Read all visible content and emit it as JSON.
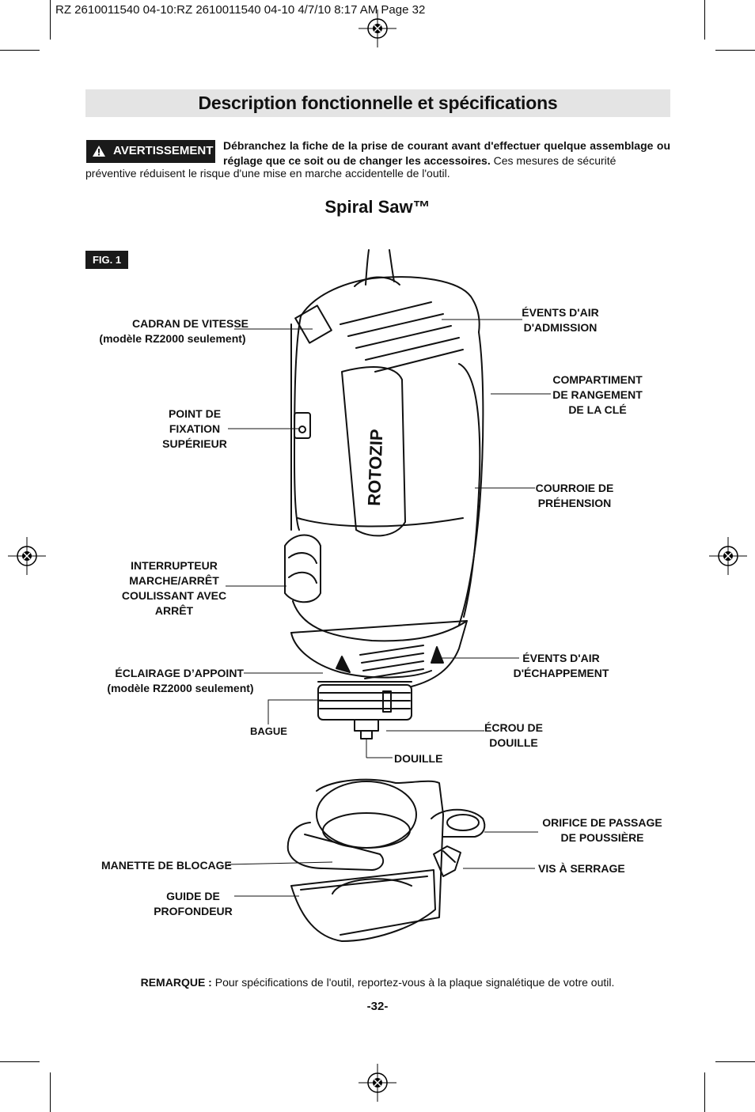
{
  "print_header": "RZ 2610011540 04-10:RZ 2610011540 04-10  4/7/10  8:17 AM  Page 32",
  "title": "Description fonctionnelle et spécifications",
  "warning": {
    "badge_label": "AVERTISSEMENT",
    "bold_text": "Débranchez la fiche de la prise de courant avant d'effectuer quelque assemblage ou réglage que ce soit ou de changer les accessoires.",
    "text_part1": " Ces mesures de sécurité",
    "text_part2": "préventive réduisent le risque d'une mise en marche accidentelle de l'outil."
  },
  "subtitle": "Spiral Saw™",
  "figure_label": "FIG. 1",
  "callouts": {
    "speed_dial_1": "CADRAN DE VITESSE",
    "speed_dial_2": "(modèle RZ2000 seulement)",
    "top_mount_1": "POINT DE",
    "top_mount_2": "FIXATION",
    "top_mount_3": "SUPÉRIEUR",
    "switch_1": "INTERRUPTEUR",
    "switch_2": "MARCHE/ARRÊT",
    "switch_3": "COULISSANT AVEC",
    "switch_4": "ARRÊT",
    "light_1": "ÉCLAIRAGE D’APPOINT",
    "light_2": "(modèle RZ2000 seulement)",
    "ring": "BAGUE",
    "collet": "DOUILLE",
    "intake_1": "ÉVENTS D'AIR",
    "intake_2": "D'ADMISSION",
    "wrench_1": "COMPARTIMENT",
    "wrench_2": "DE RANGEMENT",
    "wrench_3": "DE LA CLÉ",
    "strap_1": "COURROIE DE",
    "strap_2": "PRÉHENSION",
    "exhaust_1": "ÉVENTS D'AIR",
    "exhaust_2": "D'ÉCHAPPEMENT",
    "collet_nut_1": "ÉCROU DE",
    "collet_nut_2": "DOUILLE",
    "dust_1": "ORIFICE DE PASSAGE",
    "dust_2": "DE POUSSIÈRE",
    "clamp_screw": "VIS À SERRAGE",
    "lock_lever": "MANETTE DE BLOCAGE",
    "depth_guide_1": "GUIDE DE",
    "depth_guide_2": "PROFONDEUR"
  },
  "brand_on_tool": "ROTOZIP",
  "note": {
    "label": "REMARQUE :",
    "text": " Pour spécifications de l'outil, reportez-vous à la plaque signalétique de votre outil."
  },
  "page_number": "-32-"
}
